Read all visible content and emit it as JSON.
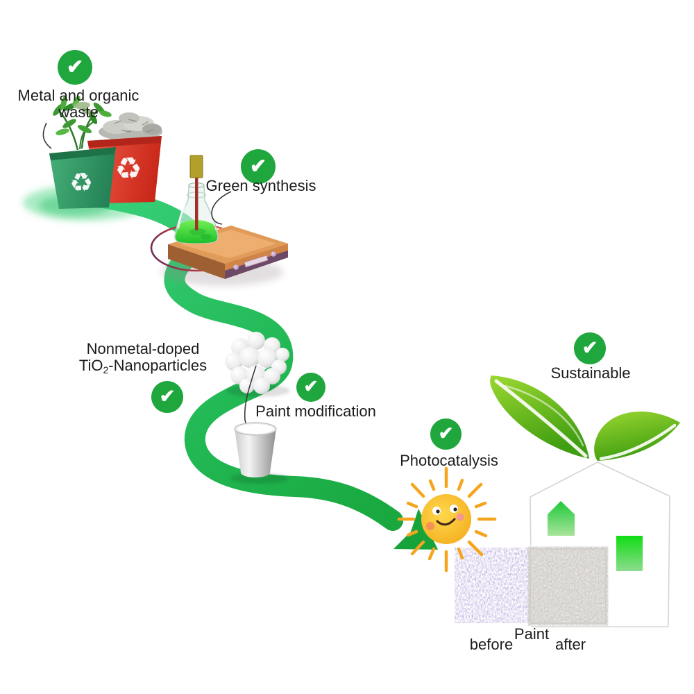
{
  "icons": {
    "check": "✔",
    "recycle": "♻"
  },
  "colors": {
    "check_green": "#1fa63c",
    "flow_green_start": "#38d07b",
    "flow_green_end": "#17a339",
    "bin_green": "#2f9e64",
    "bin_red": "#dd3a2a",
    "flask_liquid_green": "#3fdc3a",
    "hotplate_tan": "#e19b58",
    "sun_yellow": "#f9bd2a",
    "ray_orange": "#f5a51d",
    "leaf_green": "#58bb17",
    "house_window_green": "#1ec93a",
    "house_door_green": "#10dd14",
    "paint_before_purple": "#a78cda",
    "paint_after_white": "#f2f0ea"
  },
  "steps": {
    "waste": {
      "line1": "Metal and organic",
      "line2": "waste"
    },
    "synthesis": {
      "label": "Green synthesis"
    },
    "nanoparticles": {
      "line1": "Nonmetal-doped",
      "line2_prefix": "TiO",
      "line2_subscript": "2",
      "line2_suffix": "-Nanoparticles"
    },
    "paint_modification": {
      "label": "Paint modification"
    },
    "photocatalysis": {
      "label": "Photocatalysis"
    },
    "sustainable": {
      "label": "Sustainable"
    }
  },
  "paint_comparison": {
    "caption": "Paint",
    "before": "before",
    "after": "after"
  }
}
